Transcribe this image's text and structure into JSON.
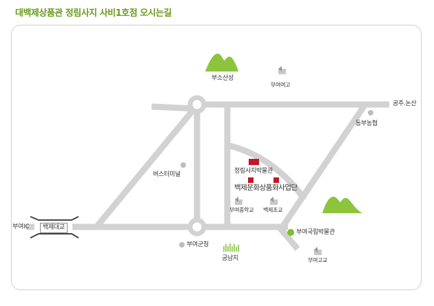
{
  "page": {
    "title": "대백제상품관 정림사지 사비1호점 오시는길"
  },
  "map": {
    "colors": {
      "road": "#d2d2d2",
      "title": "#6a9a1f",
      "mountain": "#8cc43c",
      "poi_red": "#c0172b",
      "poi_gray": "#bdbdbd",
      "poi_green": "#7cbf2e",
      "flag": "#c8c8c8"
    },
    "labels": {
      "busosanseong": "부소산성",
      "buyeo_highschool": "부여여고",
      "gongju_nonsan": "공주.논산",
      "dongbu_nonghyup": "동부농협",
      "bus_terminal": "버스터미널",
      "jeongnimsaji_museum": "정림사지박물관",
      "baekje_culture": "백제문화상품화사업단",
      "buyeo_middle": "부여중학교",
      "baekje_elementary": "백제초교",
      "buyeo_ic": "부여IC",
      "baekje_bridge": "백제대교",
      "buyeo_gun_office": "부여군청",
      "national_museum": "부여국립박물관",
      "gungnamji": "궁남지",
      "buyeo_gogyo": "부여고교"
    }
  }
}
